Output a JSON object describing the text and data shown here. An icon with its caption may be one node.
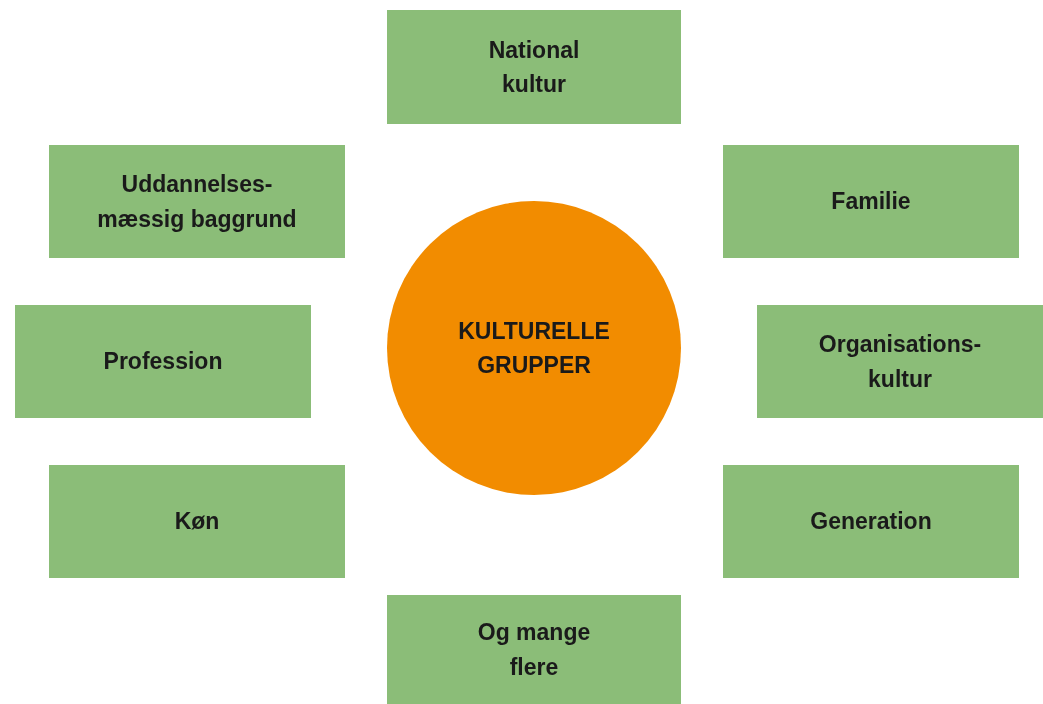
{
  "diagram": {
    "nodes": [
      {
        "text": [
          "National kultur"
        ]
      },
      {
        "text": [
          "Uddannelses- mæssig baggrund"
        ]
      },
      {
        "text": [
          "Familie"
        ]
      },
      {
        "text": [
          "KULTURELLE GRUPPER"
        ]
      },
      {
        "text": [
          "Profession"
        ]
      },
      {
        "text": [
          "Organisations- kultur"
        ]
      },
      {
        "text": [
          "Køn"
        ]
      },
      {
        "text": [
          "Generation"
        ]
      },
      {
        "text": [
          "Og mange flere"
        ]
      }
    ],
    "edges": []
  }
}
